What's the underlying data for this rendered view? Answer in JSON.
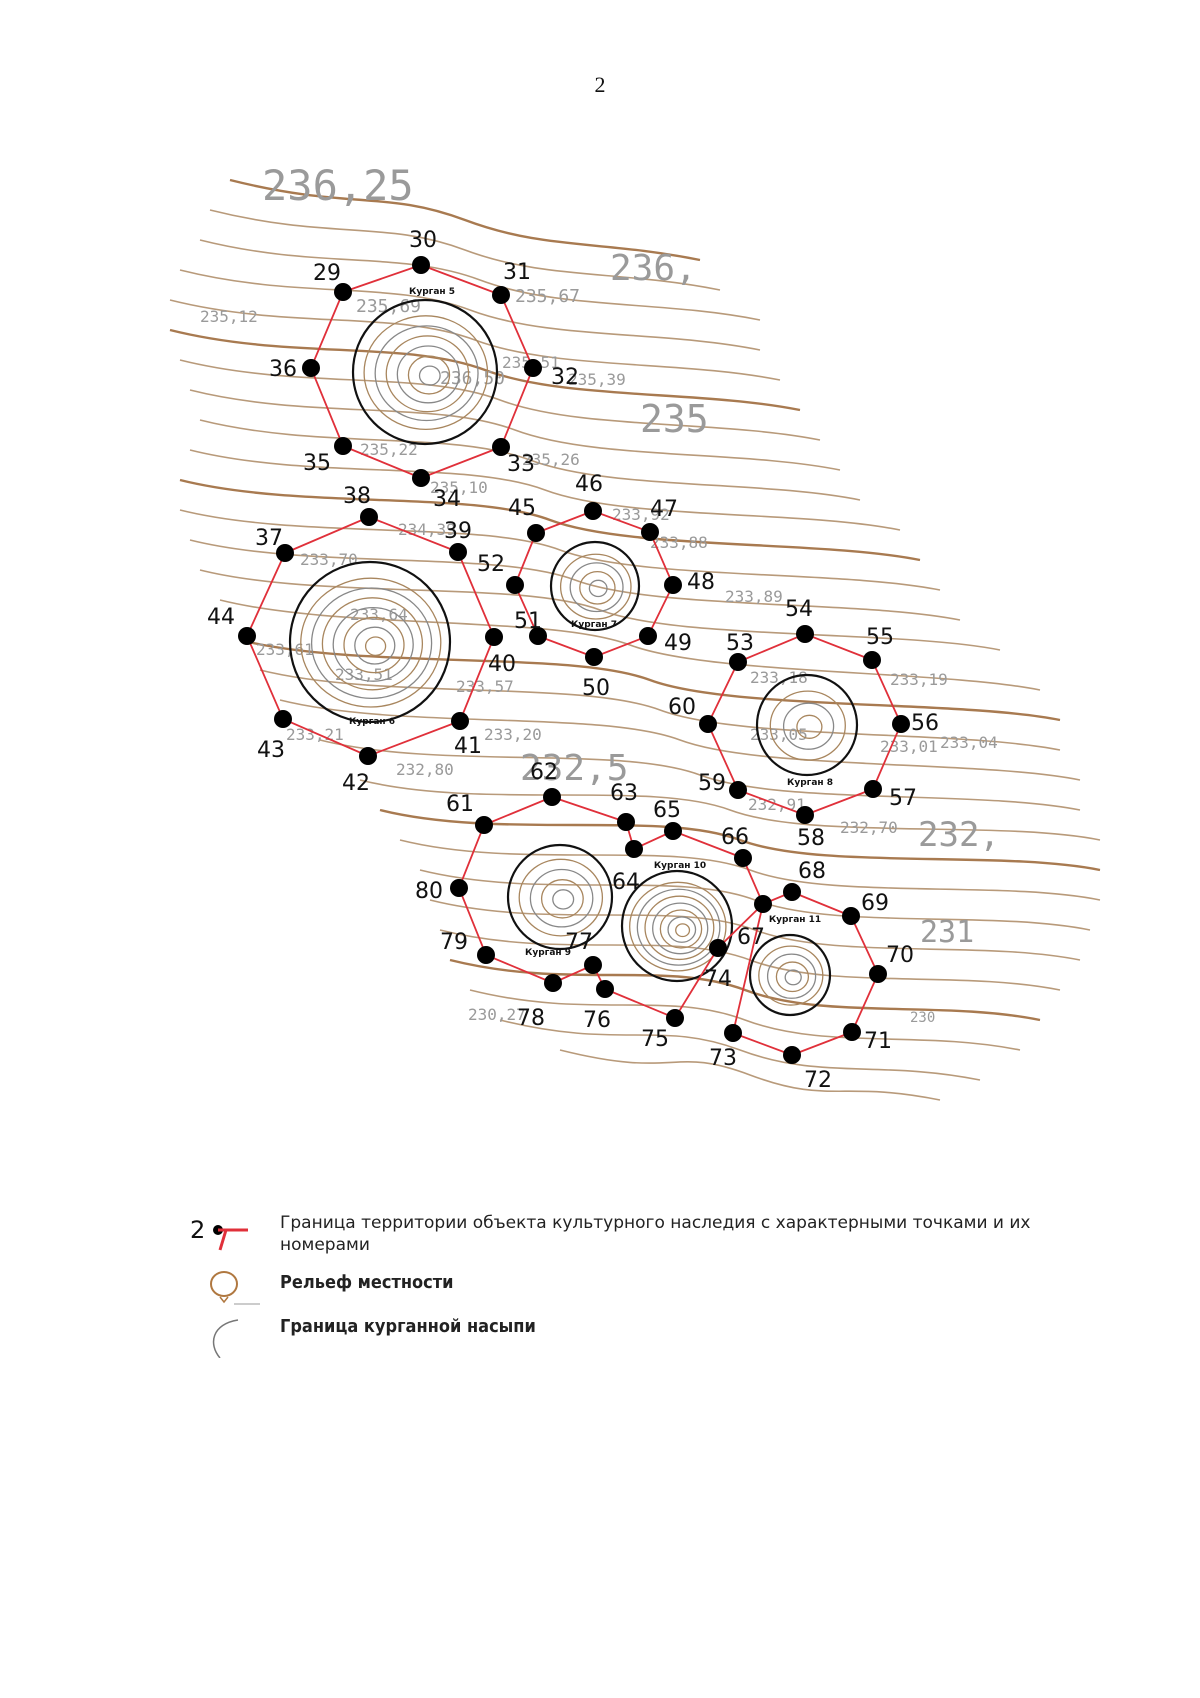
{
  "page_number": "2",
  "map": {
    "elevation_labels": [
      "236,25",
      "236,",
      "235,12",
      "235,67",
      "235,69",
      "235,51",
      "236,50",
      "235,39",
      "235,22",
      "235,10",
      "235,26",
      "235",
      "234,39",
      "233,92",
      "233,88",
      "233,89",
      "233,70",
      "233,64",
      "233,61",
      "233,51",
      "233,57",
      "233,21",
      "233,20",
      "232,80",
      "232,5",
      "233,18",
      "233,19",
      "233,05",
      "233,04",
      "233,01",
      "232,91",
      "232,70",
      "232,",
      "231",
      "230",
      "230,27"
    ],
    "kurgans": [
      "Курган 5",
      "Курган 6",
      "Курган 7",
      "Курган 8",
      "Курган 9",
      "Курган 10",
      "Курган 11"
    ],
    "points": [
      "29",
      "30",
      "31",
      "32",
      "33",
      "34",
      "35",
      "36",
      "37",
      "38",
      "39",
      "40",
      "41",
      "42",
      "43",
      "44",
      "45",
      "46",
      "47",
      "48",
      "49",
      "50",
      "51",
      "52",
      "53",
      "54",
      "55",
      "56",
      "57",
      "58",
      "59",
      "60",
      "61",
      "62",
      "63",
      "64",
      "65",
      "66",
      "67",
      "68",
      "69",
      "70",
      "71",
      "72",
      "73",
      "74",
      "75",
      "76",
      "77",
      "78",
      "79",
      "80"
    ],
    "boundary_color": "#e0303a",
    "point_color": "#000000",
    "contour_color": "#b89a7a"
  },
  "legend": {
    "sample_point_number": "2",
    "items": [
      {
        "icon": "boundary-point-icon",
        "text": "Граница территории объекта культурного наследия с характерными точками и их номерами"
      },
      {
        "icon": "relief-contour-icon",
        "text": "Рельеф местности"
      },
      {
        "icon": "mound-boundary-icon",
        "text": "Граница курганной насыпи"
      }
    ]
  }
}
